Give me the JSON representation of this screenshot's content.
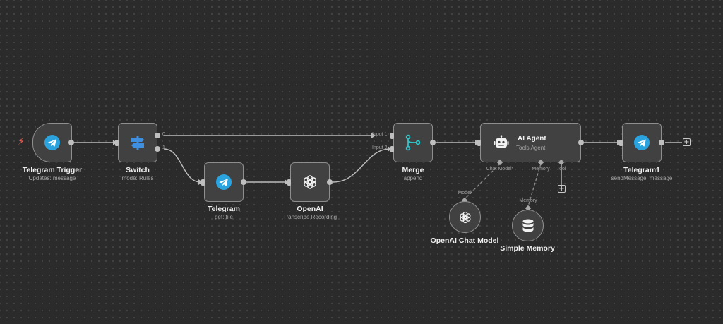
{
  "workflow": {
    "nodes": {
      "telegram_trigger": {
        "title": "Telegram Trigger",
        "subtitle": "Updates: message",
        "icon": "telegram-icon"
      },
      "switch": {
        "title": "Switch",
        "subtitle": "mode: Rules",
        "icon": "signpost-icon",
        "outputs": [
          "0",
          "1"
        ]
      },
      "telegram": {
        "title": "Telegram",
        "subtitle": "get: file",
        "icon": "telegram-icon"
      },
      "openai": {
        "title": "OpenAI",
        "subtitle": "Transcribe Recording",
        "icon": "openai-icon"
      },
      "merge": {
        "title": "Merge",
        "subtitle": "append",
        "icon": "merge-icon",
        "inputs": [
          "Input 1",
          "Input 2"
        ]
      },
      "ai_agent": {
        "title": "AI Agent",
        "subtitle": "Tools Agent",
        "icon": "robot-icon",
        "ports": {
          "chat_model": "Chat Model*",
          "memory": "Memory",
          "tool": "Tool"
        }
      },
      "telegram1": {
        "title": "Telegram1",
        "subtitle": "sendMessage: message",
        "icon": "telegram-icon"
      },
      "openai_chat_model": {
        "title": "OpenAI Chat Model",
        "port_label": "Model",
        "icon": "openai-icon"
      },
      "simple_memory": {
        "title": "Simple Memory",
        "port_label": "Memory",
        "icon": "database-icon"
      }
    },
    "add_button": "+",
    "trigger_indicator": "⚡"
  },
  "colors": {
    "canvas": "#2b2b2b",
    "node": "#414141",
    "node_border": "#8e8e8e",
    "telegram": "#2aa3df",
    "switch": "#3f8fe0",
    "merge": "#32c2c7",
    "trigger_bolt": "#ee5b4a",
    "edge": "#bdbdbd"
  }
}
